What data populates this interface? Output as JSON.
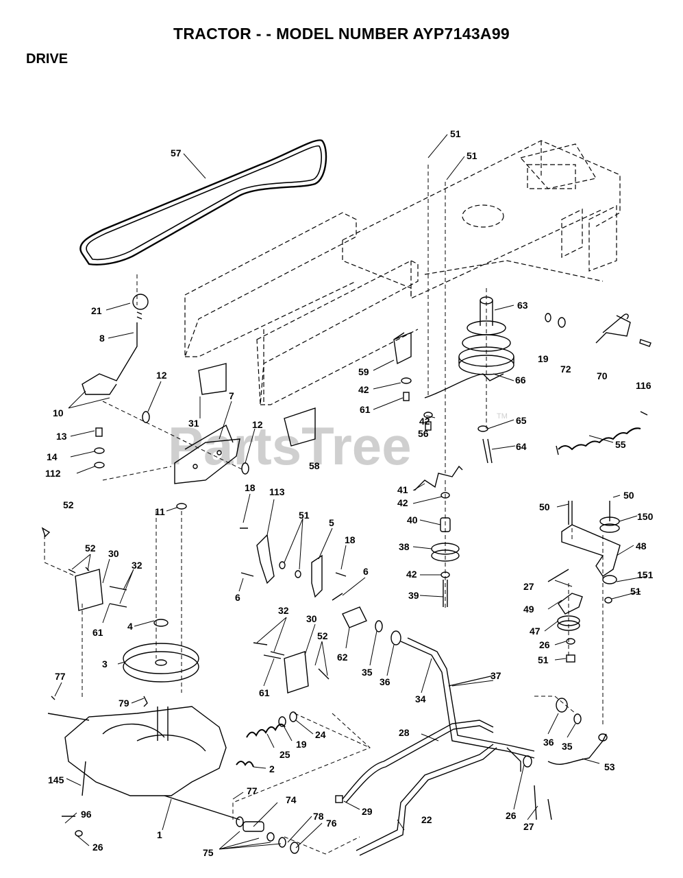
{
  "header": {
    "title": "TRACTOR - - MODEL NUMBER AYP7143A99",
    "section": "DRIVE"
  },
  "watermark": {
    "text": "PartsTree",
    "trademark": "TM"
  },
  "labels": [
    "57",
    "51",
    "51",
    "21",
    "8",
    "63",
    "19",
    "72",
    "70",
    "116",
    "12",
    "59",
    "42",
    "66",
    "10",
    "7",
    "61",
    "31",
    "12",
    "42",
    "56",
    "65",
    "13",
    "14",
    "112",
    "58",
    "64",
    "55",
    "41",
    "42",
    "50",
    "50",
    "150",
    "52",
    "11",
    "18",
    "113",
    "51",
    "5",
    "18",
    "40",
    "38",
    "48",
    "52",
    "30",
    "32",
    "6",
    "6",
    "42",
    "39",
    "27",
    "151",
    "51",
    "61",
    "4",
    "32",
    "30",
    "52",
    "49",
    "47",
    "26",
    "51",
    "62",
    "35",
    "36",
    "37",
    "3",
    "77",
    "79",
    "34",
    "61",
    "25",
    "19",
    "24",
    "28",
    "36",
    "35",
    "2",
    "53",
    "145",
    "77",
    "29",
    "22",
    "26",
    "27",
    "96",
    "1",
    "74",
    "78",
    "76",
    "75",
    "26"
  ]
}
